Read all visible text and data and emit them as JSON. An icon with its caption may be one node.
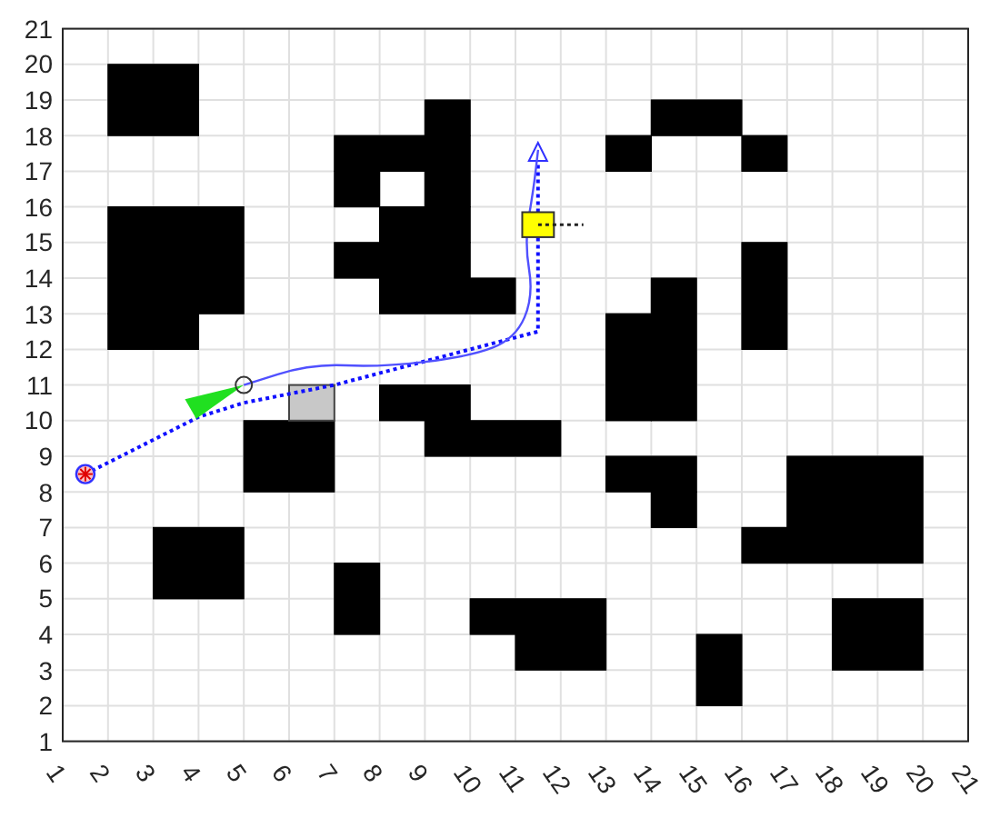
{
  "diagram": {
    "labels": [
      "21",
      "20",
      "19",
      "18",
      "17",
      "16",
      "15",
      "14",
      "13",
      "12",
      "11",
      "10",
      "9",
      "8",
      "7",
      "6",
      "5",
      "4",
      "3",
      "2",
      "1",
      "1",
      "2",
      "3",
      "4",
      "5",
      "6",
      "7",
      "8",
      "9",
      "10",
      "11",
      "12",
      "13",
      "14",
      "15",
      "16",
      "17",
      "18",
      "19",
      "20",
      "21"
    ]
  }
}
